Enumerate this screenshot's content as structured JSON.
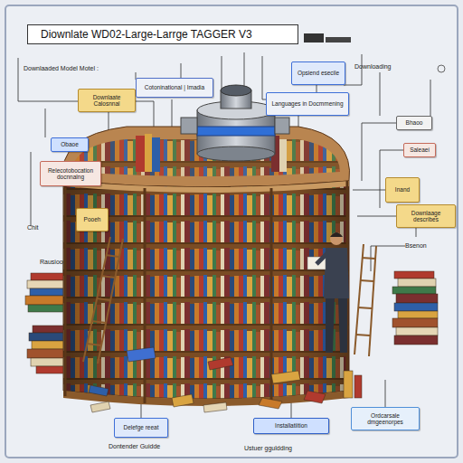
{
  "diagram": {
    "title": "Diownlate WD02-Large-Larrge TAGGER V3",
    "nodes": [
      {
        "text": [
          "Downlaate Calosnnal"
        ]
      },
      {
        "text": [
          "Cotoninational | Imadia"
        ]
      },
      {
        "text": [
          "Opsiend esecile"
        ]
      },
      {
        "text": [
          "Languages in Docmmening"
        ]
      },
      {
        "text": [
          "Obaoe"
        ]
      },
      {
        "text": [
          "Relecotobocation docnnalng"
        ]
      },
      {
        "text": [
          "Pooeh"
        ]
      },
      {
        "text": [
          "Bhaoo"
        ]
      },
      {
        "text": [
          "Saleaei"
        ]
      },
      {
        "text": [
          "Inand"
        ]
      },
      {
        "text": [
          "Downlaage describes"
        ]
      },
      {
        "text": [
          "Delefge reeat"
        ]
      },
      {
        "text": [
          "Installatiition"
        ]
      },
      {
        "text": [
          "Ordcarsale dmgeenorpes"
        ]
      }
    ],
    "labels": [
      "Downlaaded Model Motel :",
      "Downloading",
      "Chit",
      "Rausioo",
      "Bsenon",
      "Dontender Guidde",
      "Ustuer gguldding"
    ]
  }
}
